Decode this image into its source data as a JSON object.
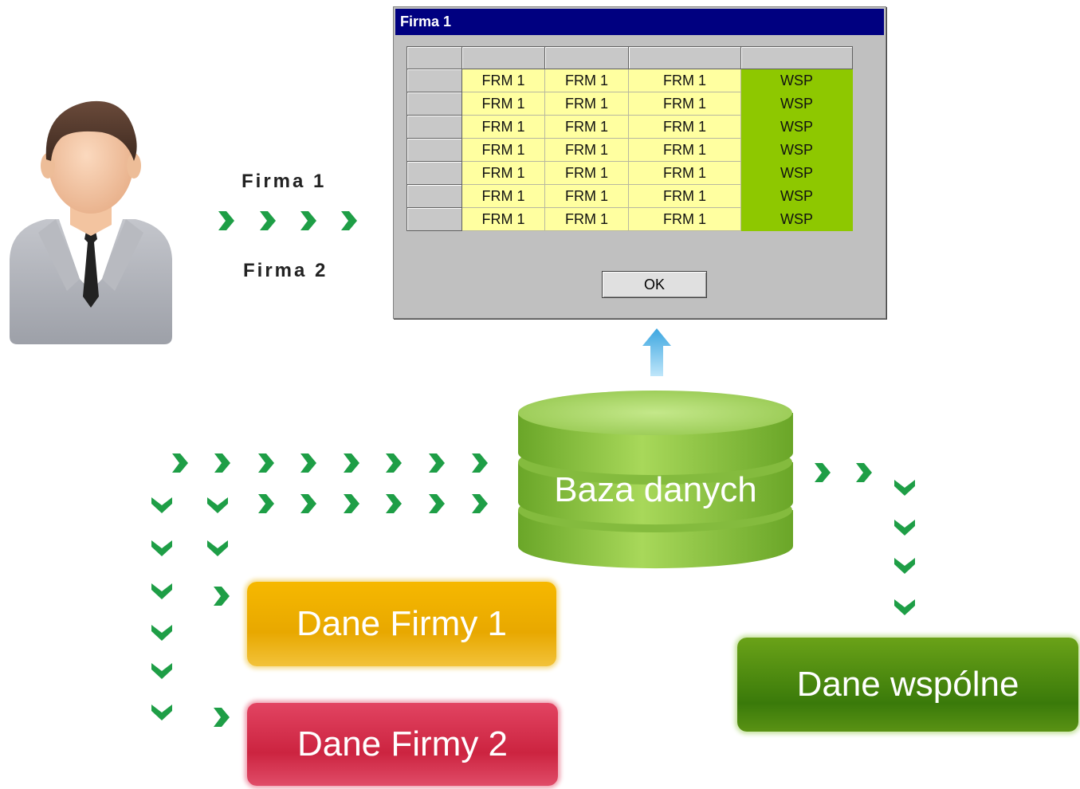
{
  "window": {
    "title": "Firma 1",
    "table": {
      "columns": [
        "",
        "",
        "",
        "",
        ""
      ],
      "rows": [
        [
          "",
          "FRM 1",
          "FRM 1",
          "FRM 1",
          "WSP"
        ],
        [
          "",
          "FRM 1",
          "FRM 1",
          "FRM 1",
          "WSP"
        ],
        [
          "",
          "FRM 1",
          "FRM 1",
          "FRM 1",
          "WSP"
        ],
        [
          "",
          "FRM 1",
          "FRM 1",
          "FRM 1",
          "WSP"
        ],
        [
          "",
          "FRM 1",
          "FRM 1",
          "FRM 1",
          "WSP"
        ],
        [
          "",
          "FRM 1",
          "FRM 1",
          "FRM 1",
          "WSP"
        ],
        [
          "",
          "FRM 1",
          "FRM 1",
          "FRM 1",
          "WSP"
        ]
      ]
    },
    "ok_label": "OK"
  },
  "labels": {
    "firma1": "Firma 1",
    "firma2": "Firma 2"
  },
  "database": {
    "label": "Baza danych"
  },
  "boxes": {
    "firmy1": "Dane Firmy 1",
    "firmy2": "Dane Firmy 2",
    "wspolne": "Dane wspólne"
  },
  "colors": {
    "chevron": "#1e9e46",
    "frm_cell": "#ffffa0",
    "wsp_cell": "#8ec800",
    "firmy1": "#f0b400",
    "firmy2": "#d52d4b",
    "wspolne": "#4a8a12",
    "database": "#8cc43c",
    "arrow": "#4fb4e6"
  },
  "icons": [
    "user-avatar-icon",
    "chevron-right-icon",
    "chevron-down-icon",
    "arrow-up-icon",
    "database-icon"
  ]
}
